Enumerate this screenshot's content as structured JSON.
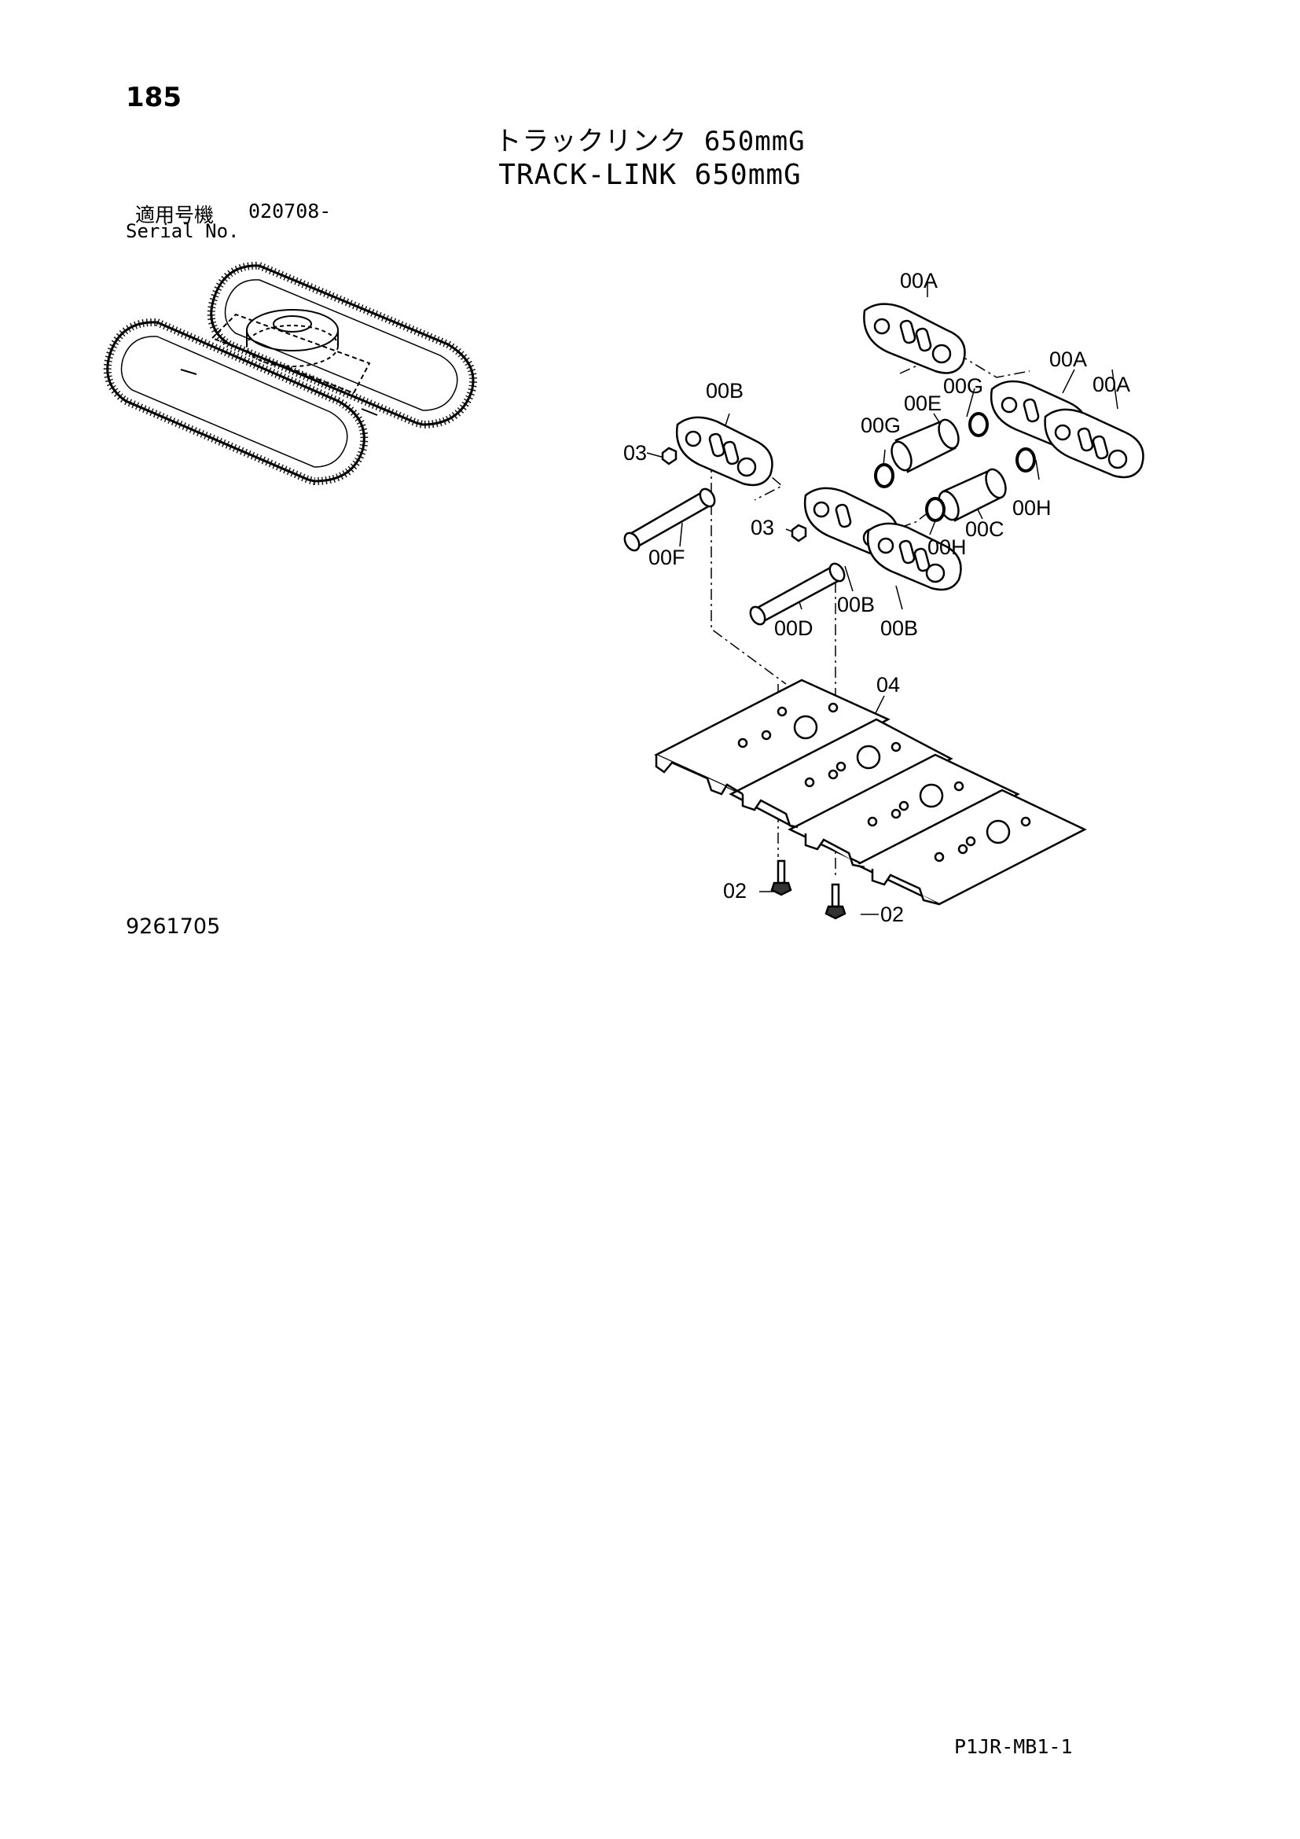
{
  "page_number": "185",
  "title_jp": "トラックリンク 650mmG",
  "title_en": "TRACK-LINK 650mmG",
  "serial": {
    "label_jp": "適用号機",
    "value": "020708-",
    "label_en": "Serial No."
  },
  "drawing_number": "9261705",
  "sheet_code": "P1JR-MB1-1",
  "part_labels": {
    "a1": "00A",
    "a2": "00A",
    "a3": "00A",
    "b1": "00B",
    "b2": "00B",
    "b3": "00B",
    "c1": "00C",
    "d1": "00D",
    "e1": "00E",
    "f1": "00F",
    "g1": "00G",
    "g2": "00G",
    "h1": "00H",
    "h2": "00H",
    "n1": "03",
    "n2": "03",
    "s1": "04",
    "p1": "02",
    "p2": "02"
  }
}
